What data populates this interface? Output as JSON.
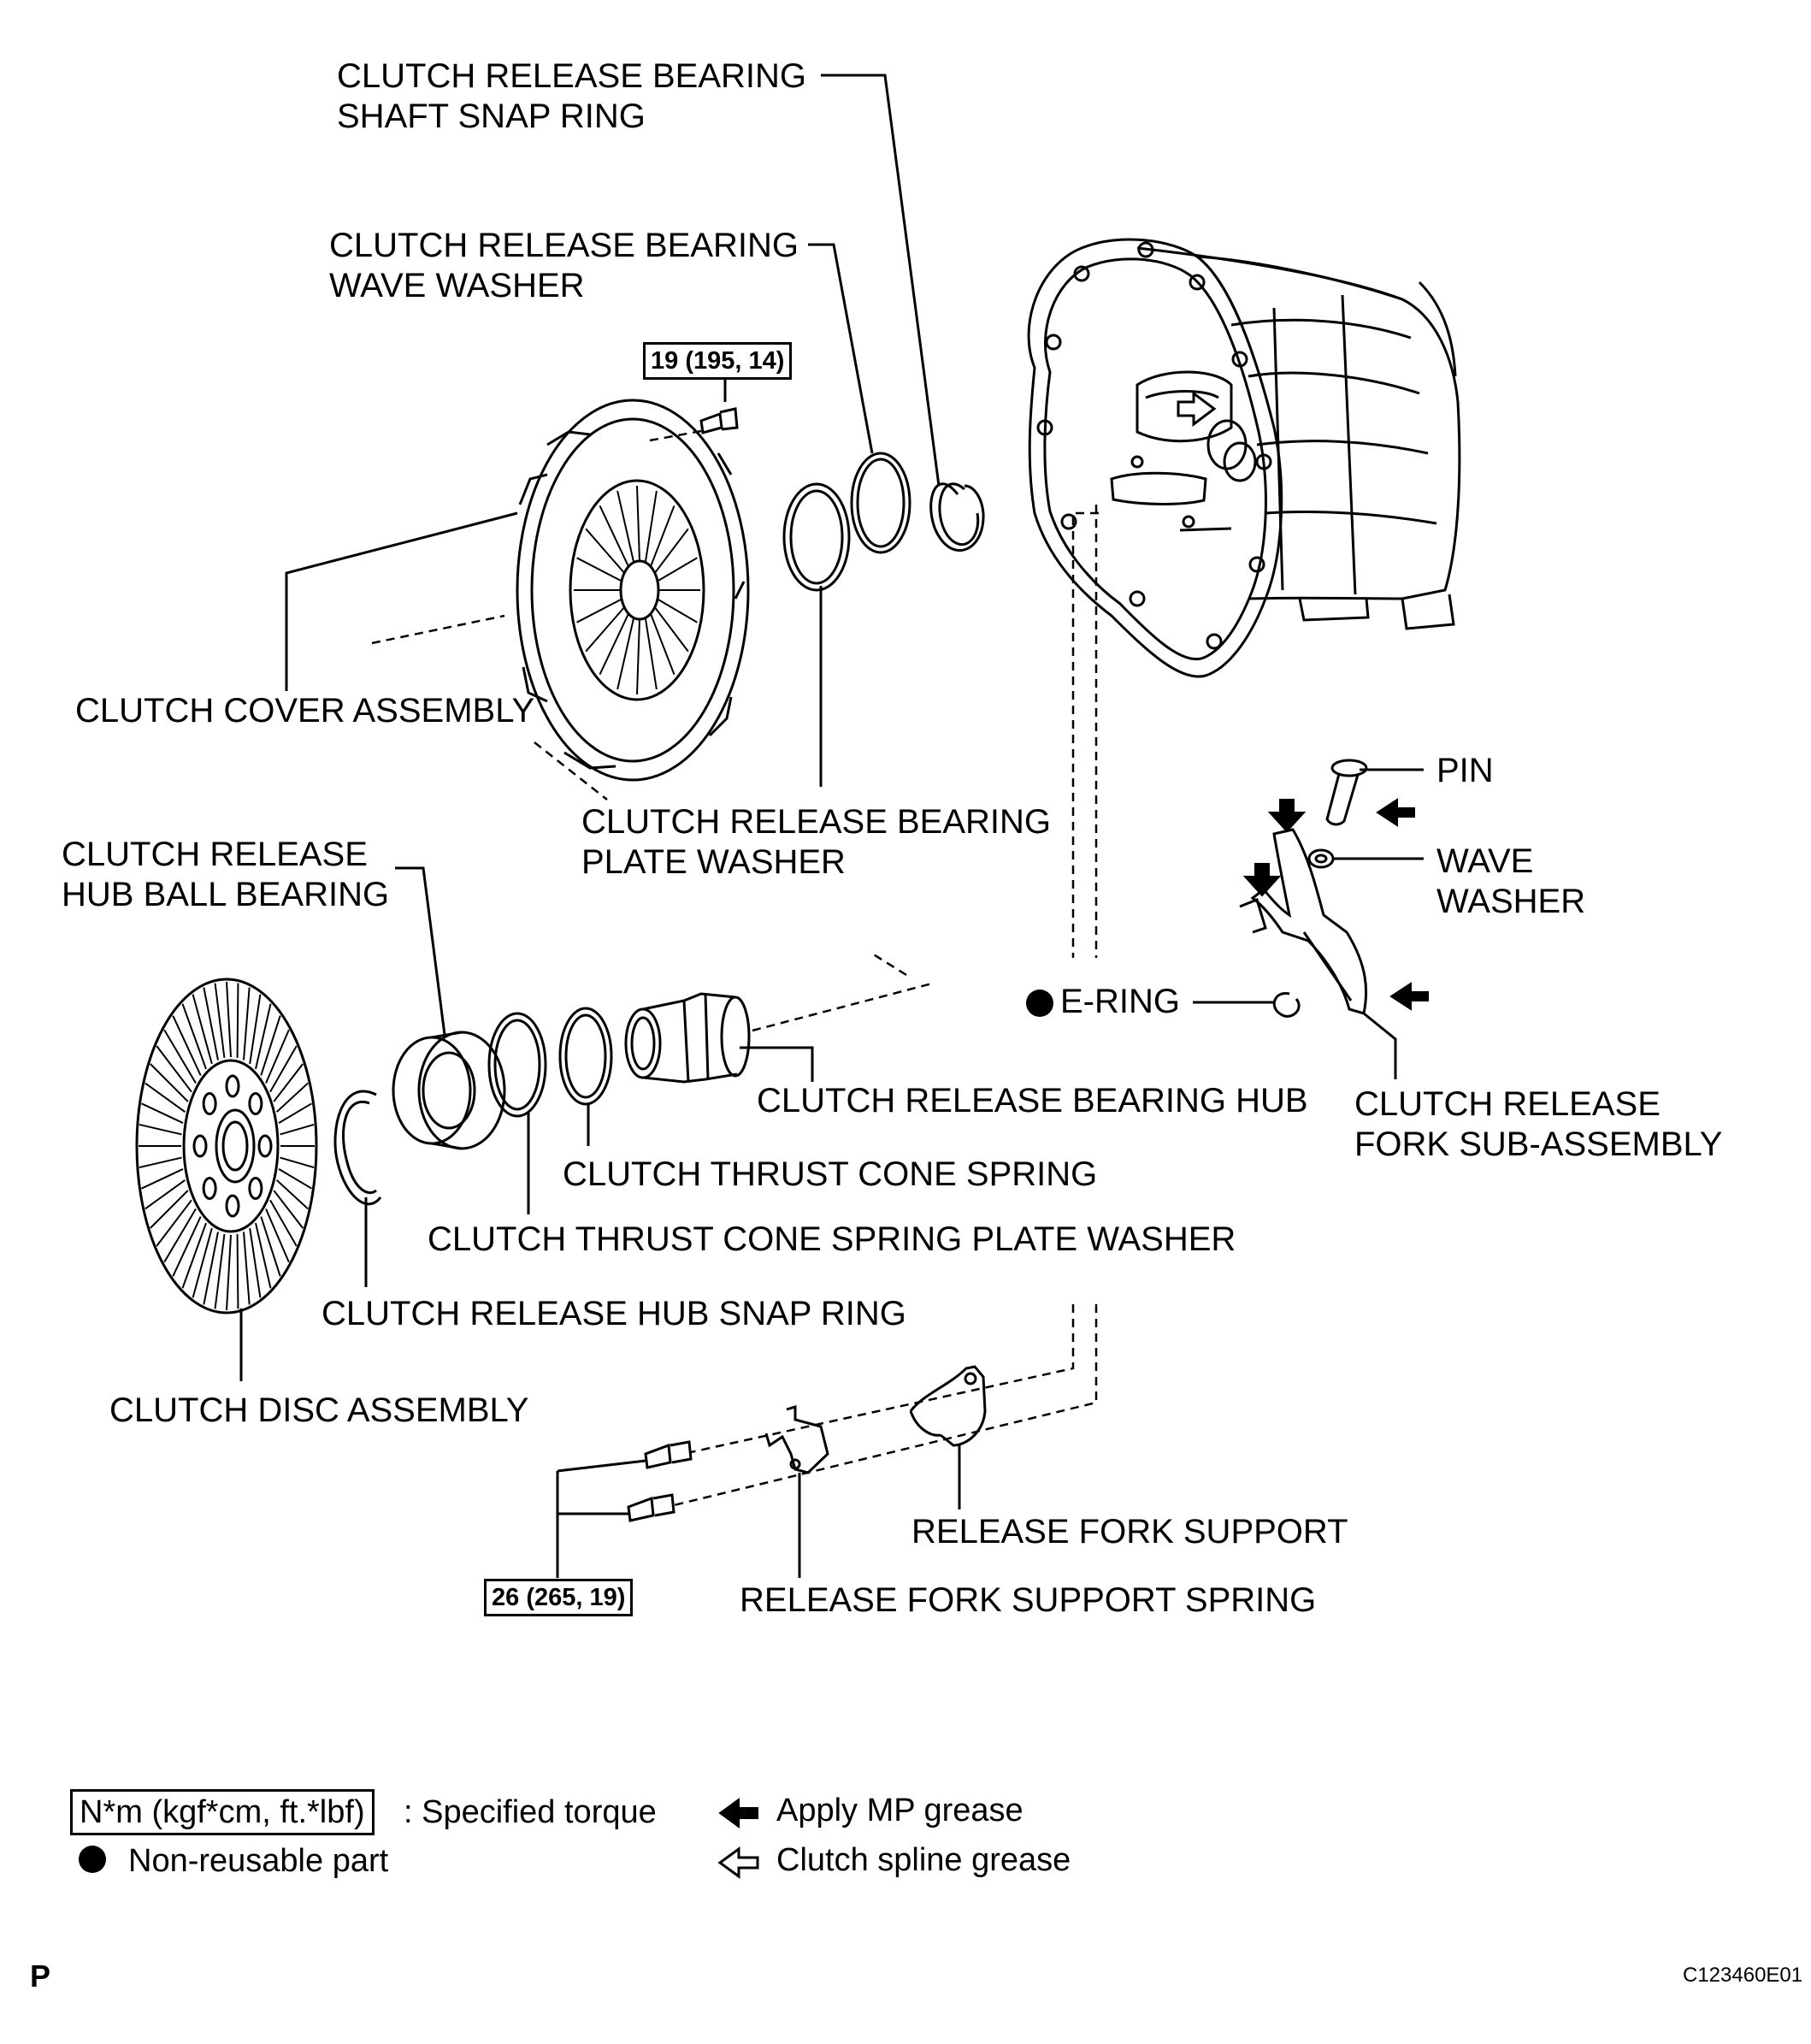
{
  "labels": {
    "shaft_snap_ring": [
      "CLUTCH RELEASE BEARING",
      "SHAFT SNAP RING"
    ],
    "wave_washer_bearing": [
      "CLUTCH RELEASE BEARING",
      "WAVE WASHER"
    ],
    "clutch_cover": "CLUTCH COVER ASSEMBLY",
    "plate_washer": [
      "CLUTCH RELEASE BEARING",
      "PLATE WASHER"
    ],
    "hub_ball_bearing": [
      "CLUTCH RELEASE",
      "HUB BALL BEARING"
    ],
    "bearing_hub": "CLUTCH RELEASE BEARING HUB",
    "thrust_cone_spring": "CLUTCH THRUST CONE SPRING",
    "thrust_plate_washer": "CLUTCH THRUST CONE SPRING PLATE WASHER",
    "hub_snap_ring": "CLUTCH RELEASE HUB SNAP RING",
    "clutch_disc": "CLUTCH DISC ASSEMBLY",
    "pin": "PIN",
    "fork_wave_washer": [
      "WAVE",
      "WASHER"
    ],
    "e_ring": "E-RING",
    "release_fork": [
      "CLUTCH RELEASE",
      "FORK SUB-ASSEMBLY"
    ],
    "fork_support": "RELEASE FORK SUPPORT",
    "fork_support_spring": "RELEASE FORK SUPPORT SPRING"
  },
  "torque": {
    "cover_bolt": "19 (195, 14)",
    "support_bolt": "26 (265, 19)"
  },
  "legend": {
    "torque_unit": "N*m (kgf*cm, ft.*lbf)",
    "torque_desc": ": Specified torque",
    "non_reusable": "Non-reusable part",
    "mp_grease": "Apply MP grease",
    "spline_grease": "Clutch spline grease"
  },
  "footer": {
    "page_letter": "P",
    "figure_code": "C123460E01"
  }
}
